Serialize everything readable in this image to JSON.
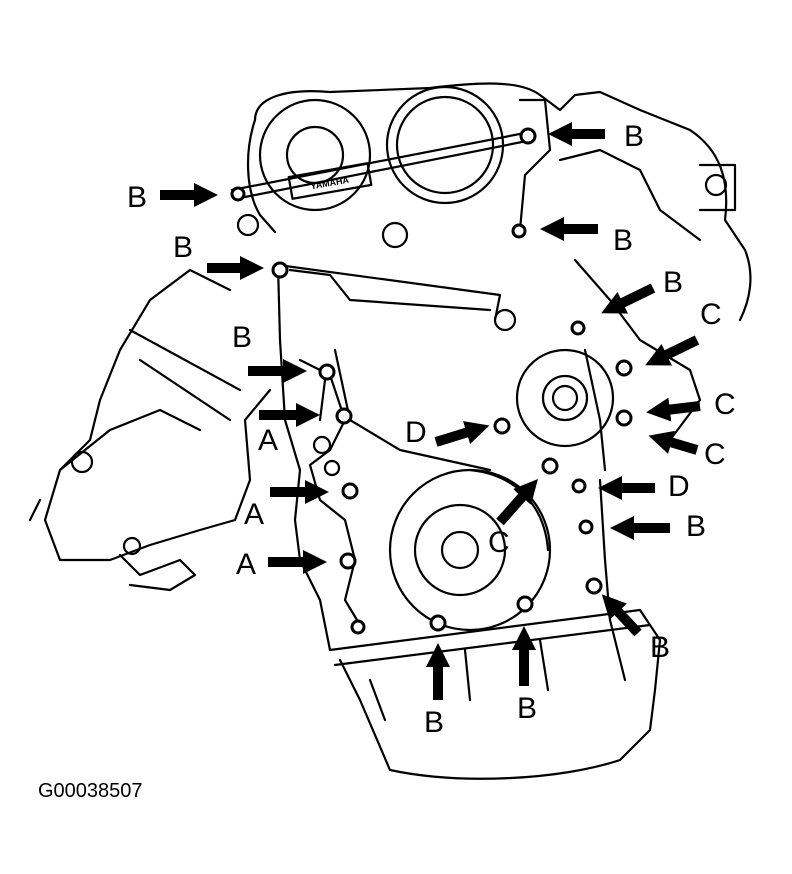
{
  "figure": {
    "id_caption": "G00038507",
    "cover_stamp": "YAMAHA",
    "stroke_color": "#000000",
    "arrow_icon": "arrow-icon",
    "bolt_icon": "bolt-icon",
    "callouts": [
      {
        "key": "b1",
        "label": "B"
      },
      {
        "key": "b2",
        "label": "B"
      },
      {
        "key": "b3",
        "label": "B"
      },
      {
        "key": "b4",
        "label": "B"
      },
      {
        "key": "b5",
        "label": "B"
      },
      {
        "key": "b6",
        "label": "B"
      },
      {
        "key": "b7",
        "label": "B"
      },
      {
        "key": "b8",
        "label": "B"
      },
      {
        "key": "b9",
        "label": "B"
      },
      {
        "key": "b10",
        "label": "B"
      },
      {
        "key": "c1",
        "label": "C"
      },
      {
        "key": "c2",
        "label": "C"
      },
      {
        "key": "c3",
        "label": "C"
      },
      {
        "key": "c4",
        "label": "C"
      },
      {
        "key": "d1",
        "label": "D"
      },
      {
        "key": "d2",
        "label": "D"
      },
      {
        "key": "a1",
        "label": "A"
      },
      {
        "key": "a2",
        "label": "A"
      },
      {
        "key": "a3",
        "label": "A"
      }
    ]
  }
}
